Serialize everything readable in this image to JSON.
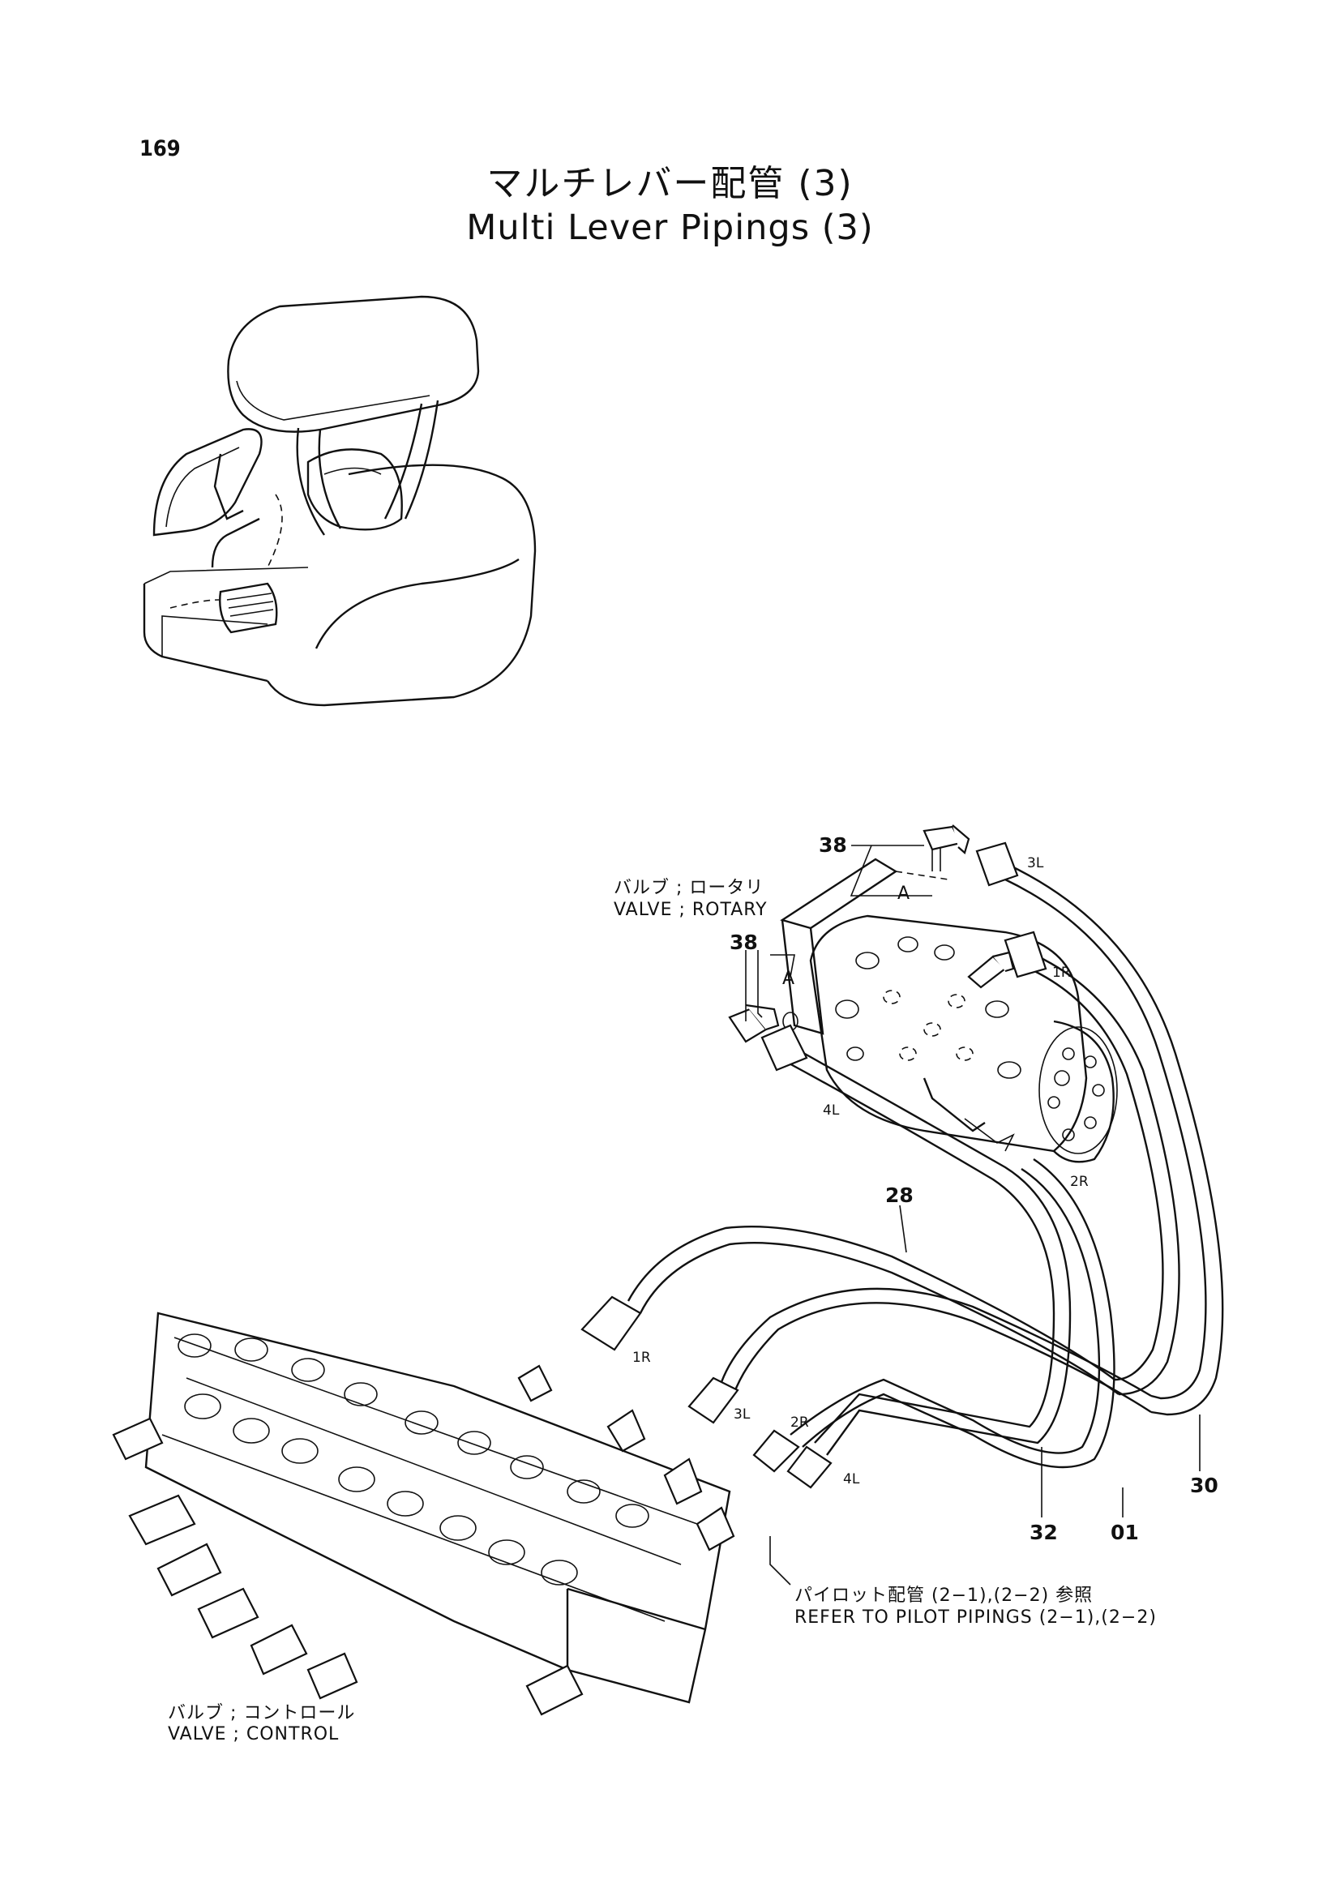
{
  "page_number": "169",
  "title": {
    "japanese": "マルチレバー配管 (3)",
    "english": "Multi Lever Pipings (3)"
  },
  "labels": {
    "rotary_valve_jp": "バルブ ; ロータリ",
    "rotary_valve_en": "VALVE ; ROTARY",
    "control_valve_jp": "バルブ ; コントロール",
    "control_valve_en": "VALVE ; CONTROL",
    "pilot_ref_jp": "パイロット配管 (2−1),(2−2) 参照",
    "pilot_ref_en": "REFER TO PILOT PIPINGS (2−1),(2−2)",
    "detail_a": "A"
  },
  "part_numbers": {
    "p38_top": "38",
    "p38_left": "38",
    "p28": "28",
    "p30": "30",
    "p32": "32",
    "p01": "01"
  },
  "ports": {
    "top_3l": "3L",
    "top_1r": "1R",
    "top_4l": "4L",
    "top_2r": "2R",
    "bottom_1r": "1R",
    "bottom_3l": "3L",
    "bottom_2r": "2R",
    "bottom_4l": "4L"
  }
}
